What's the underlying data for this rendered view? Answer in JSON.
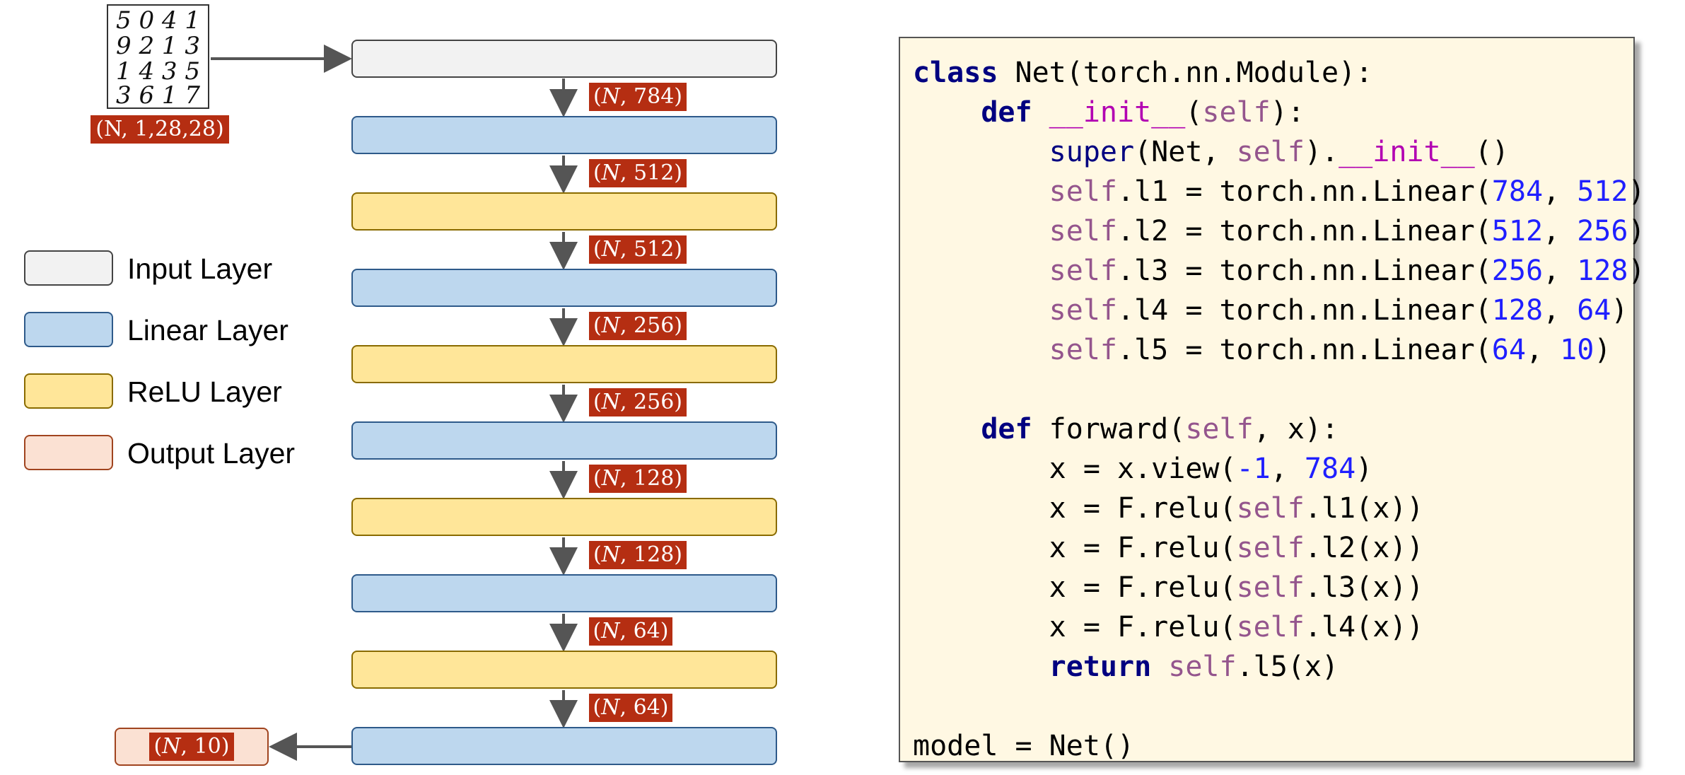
{
  "input_thumbnail": {
    "digit_rows": [
      "5 0 4 1",
      "9 2 1 3",
      "1 4 3 5",
      "3 6 1 7"
    ]
  },
  "input_shape": "(N, 1,28,28)",
  "shape_tags": [
    {
      "n": "N",
      "dim": "784"
    },
    {
      "n": "N",
      "dim": "512"
    },
    {
      "n": "N",
      "dim": "512"
    },
    {
      "n": "N",
      "dim": "256"
    },
    {
      "n": "N",
      "dim": "256"
    },
    {
      "n": "N",
      "dim": "128"
    },
    {
      "n": "N",
      "dim": "128"
    },
    {
      "n": "N",
      "dim": "64"
    },
    {
      "n": "N",
      "dim": "64"
    }
  ],
  "output_shape": {
    "n": "N",
    "dim": "10"
  },
  "legend": {
    "input": "Input Layer",
    "linear": "Linear Layer",
    "relu": "ReLU Layer",
    "output": "Output Layer"
  },
  "colors": {
    "input_fill": "#f2f2f2",
    "linear_fill": "#bdd7ee",
    "relu_fill": "#ffe699",
    "output_fill": "#fbe1d3",
    "shape_tag": "#b52e12",
    "code_bg": "#fff8e3"
  },
  "code": {
    "class_kw": "class",
    "class_decl": " Net(torch.nn.Module):",
    "def_kw": "def",
    "init_name": "__init__",
    "self": "self",
    "super_fn": "super",
    "l1": ".l1 = torch.nn.Linear(",
    "l2": ".l2 = torch.nn.Linear(",
    "l3": ".l3 = torch.nn.Linear(",
    "l4": ".l4 = torch.nn.Linear(",
    "l5": ".l5 = torch.nn.Linear(",
    "forward_name": " forward(",
    "view_line": "x = x.view(",
    "relu1": "x = F.relu(",
    "return_kw": "return",
    "model_line": "model = Net()",
    "nums": {
      "l1": [
        "784",
        "512"
      ],
      "l2": [
        "512",
        "256"
      ],
      "l3": [
        "256",
        "128"
      ],
      "l4": [
        "128",
        "64"
      ],
      "l5": [
        "64",
        "10"
      ],
      "view": [
        "-1",
        "784"
      ]
    }
  }
}
